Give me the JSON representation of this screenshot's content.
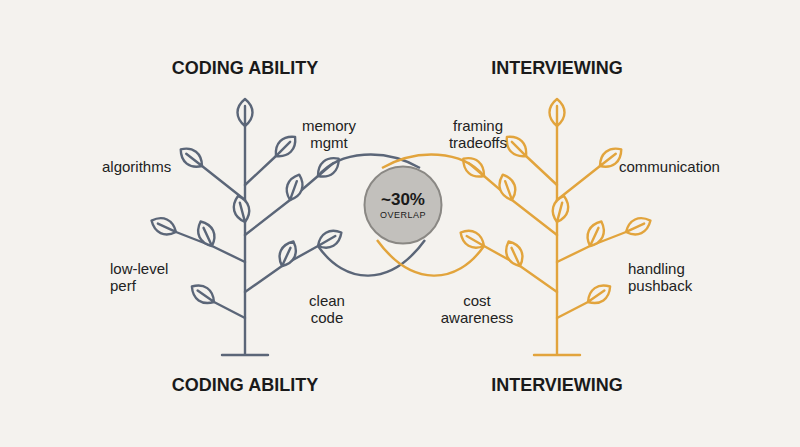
{
  "diagram": {
    "nodes": [
      {
        "text": [
          "~30%",
          "OVERLAP"
        ]
      }
    ],
    "labels": [
      "CODING ABILITY",
      "INTERVIEWING",
      "algorithms",
      "memory mgmt",
      "low-level perf",
      "clean code",
      "framing tradeoffs",
      "communication",
      "handling pushback",
      "cost awareness",
      "CODING ABILITY",
      "INTERVIEWING"
    ]
  }
}
